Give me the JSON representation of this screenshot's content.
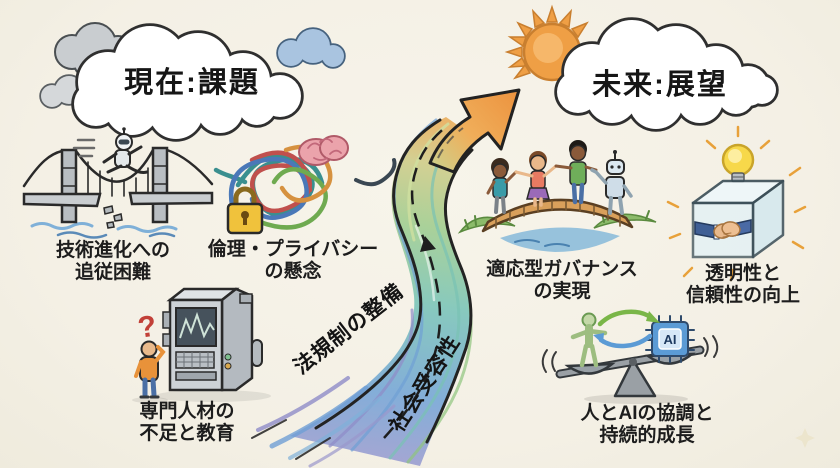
{
  "clouds": {
    "present": "現在:課題",
    "future": "未来:展望"
  },
  "challenges": {
    "tech": {
      "line1": "技術進化への",
      "line2": "追従困難"
    },
    "ethics": {
      "line1": "倫理・プライバシー",
      "line2": "の懸念"
    },
    "talent": {
      "line1": "専門人材の",
      "line2": "不足と教育",
      "question": "?"
    }
  },
  "river": {
    "label_regulation": "法規制の整備",
    "label_acceptance": "社会受容性"
  },
  "outlook": {
    "governance": {
      "line1": "適応型ガバナンス",
      "line2": "の実現"
    },
    "transparency": {
      "line1": "透明性と",
      "line2": "信頼性の向上"
    },
    "harmony": {
      "line1": "人とAIの協調と",
      "line2": "持続的成長",
      "chip": "AI"
    }
  },
  "colors": {
    "background": "#f5f1e7",
    "ink": "#2a2a2a",
    "accent_orange": "#ec9440",
    "river_blue": "#6fa2d6",
    "river_teal": "#74c2b6",
    "river_green": "#9ccb8b"
  }
}
